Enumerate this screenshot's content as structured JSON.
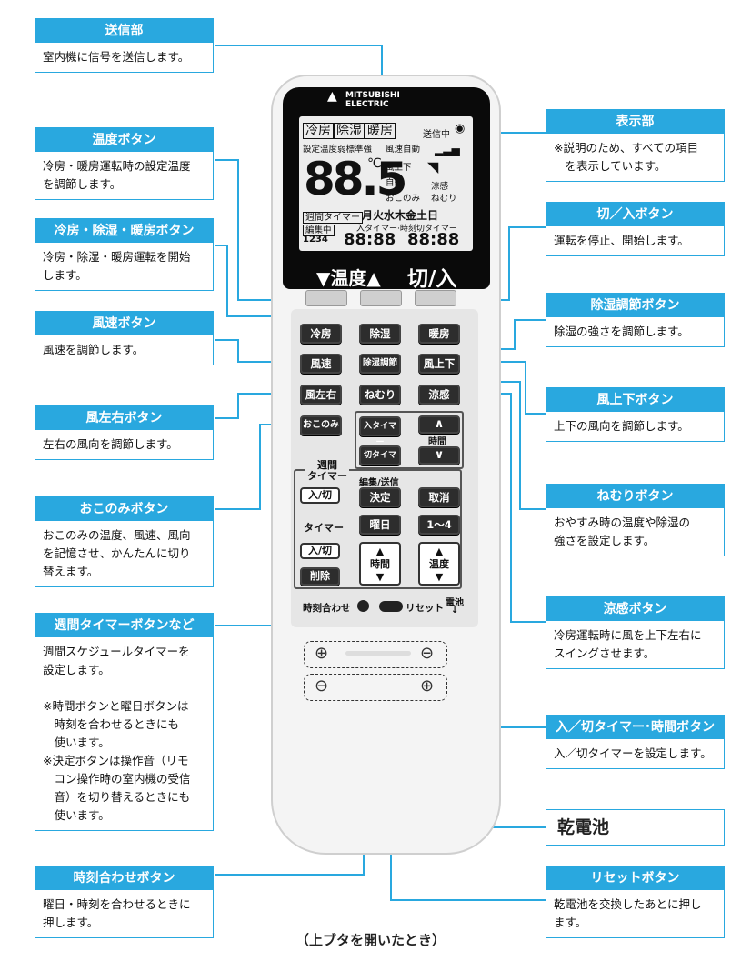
{
  "callouts": {
    "soushin": {
      "title": "送信部",
      "body": "室内機に信号を送信します。"
    },
    "ondo": {
      "title": "温度ボタン",
      "body": "冷房・暖房運転時の設定温度\nを調節します。"
    },
    "reibo": {
      "title": "冷房・除湿・暖房ボタン",
      "body": "冷房・除湿・暖房運転を開始\nします。"
    },
    "fusoku": {
      "title": "風速ボタン",
      "body": "風速を調節します。"
    },
    "kazesayu": {
      "title": "風左右ボタン",
      "body": "左右の風向を調節します。"
    },
    "okonomi": {
      "title": "おこのみボタン",
      "body": "おこのみの温度、風速、風向\nを記憶させ、かんたんに切り\n替えます。"
    },
    "shukan": {
      "title": "週間タイマーボタンなど",
      "body": "週間スケジュールタイマーを\n設定します。\n\n※時間ボタンと曜日ボタンは\n　時刻を合わせるときにも\n　使います。\n※決定ボタンは操作音（リモ\n　コン操作時の室内機の受信\n　音）を切り替えるときにも\n　使います。"
    },
    "jikoku": {
      "title": "時刻合わせボタン",
      "body": "曜日・時刻を合わせるときに\n押します。"
    },
    "hyoji": {
      "title": "表示部",
      "body": "※説明のため、すべての項目\n　を表示しています。"
    },
    "kiri": {
      "title": "切／入ボタン",
      "body": "運転を停止、開始します。"
    },
    "joshitsu": {
      "title": "除湿調節ボタン",
      "body": "除湿の強さを調節します。"
    },
    "kazejoge": {
      "title": "風上下ボタン",
      "body": "上下の風向を調節します。"
    },
    "nemuri": {
      "title": "ねむりボタン",
      "body": "おやすみ時の温度や除湿の\n強さを設定します。"
    },
    "ryokan": {
      "title": "涼感ボタン",
      "body": "冷房運転時に風を上下左右に\nスイングさせます。"
    },
    "timer": {
      "title": "入／切タイマー･時間ボタン",
      "body": "入／切タイマーを設定します。"
    },
    "kandenchi": {
      "title": "乾電池"
    },
    "reset": {
      "title": "リセットボタン",
      "body": "乾電池を交換したあとに押し\nます。"
    }
  },
  "caption": "（上ブタを開いたとき）",
  "remote": {
    "logo1": "MITSUBISHI",
    "logo2": "ELECTRIC",
    "lcd": {
      "modes": [
        "冷房",
        "除湿",
        "暖房"
      ],
      "soshinchu": "送信中",
      "settei": "設定温度",
      "jakuhyojun": "弱標準強",
      "fusoku_jido": "風速自動",
      "temp": "88.5",
      "deg": "℃",
      "kazejoge": "風上下",
      "jido": "自動",
      "ryokan": "涼感",
      "okonomi": "おこのみ",
      "nemuri": "ねむり",
      "shukan_timer": "週間タイマー",
      "weekdays": "月火水木金土日",
      "henshuchu": "編集中",
      "iritimer": "入タイマー",
      "jikoku": "時刻",
      "kiritimer": "切タイマー",
      "nums": "1234",
      "time1": "88:88",
      "time2": "88:88",
      "bottom_left": "▼温度▲",
      "bottom_right": "切/入"
    },
    "buttons": {
      "reibo": "冷房",
      "joshitsu": "除湿",
      "danbo": "暖房",
      "fusoku": "風速",
      "joshitsu_chosetsu": "除湿調節",
      "kazejoge": "風上下",
      "kazesayu": "風左右",
      "nemuri": "ねむり",
      "ryokan": "涼感",
      "okonomi": "おこのみ",
      "iritimer": "入タイマー",
      "kiritimer": "切タイマー",
      "up": "∧",
      "down": "∨",
      "jikan": "時間"
    },
    "weekly": {
      "title": "週間\nタイマー",
      "irikiri_top": "入/切",
      "henshu_soshin": "編集/送信",
      "kettei": "決定",
      "torikeshi": "取消",
      "timer_label": "タイマー",
      "yobi": "曜日",
      "range": "1〜4",
      "irikiri": "入/切",
      "sakujo": "削除",
      "jikan": "時間",
      "ondo": "温度"
    },
    "bottom": {
      "jikoku_awase": "時刻合わせ",
      "reset": "リセット",
      "denchi": "電池"
    }
  }
}
